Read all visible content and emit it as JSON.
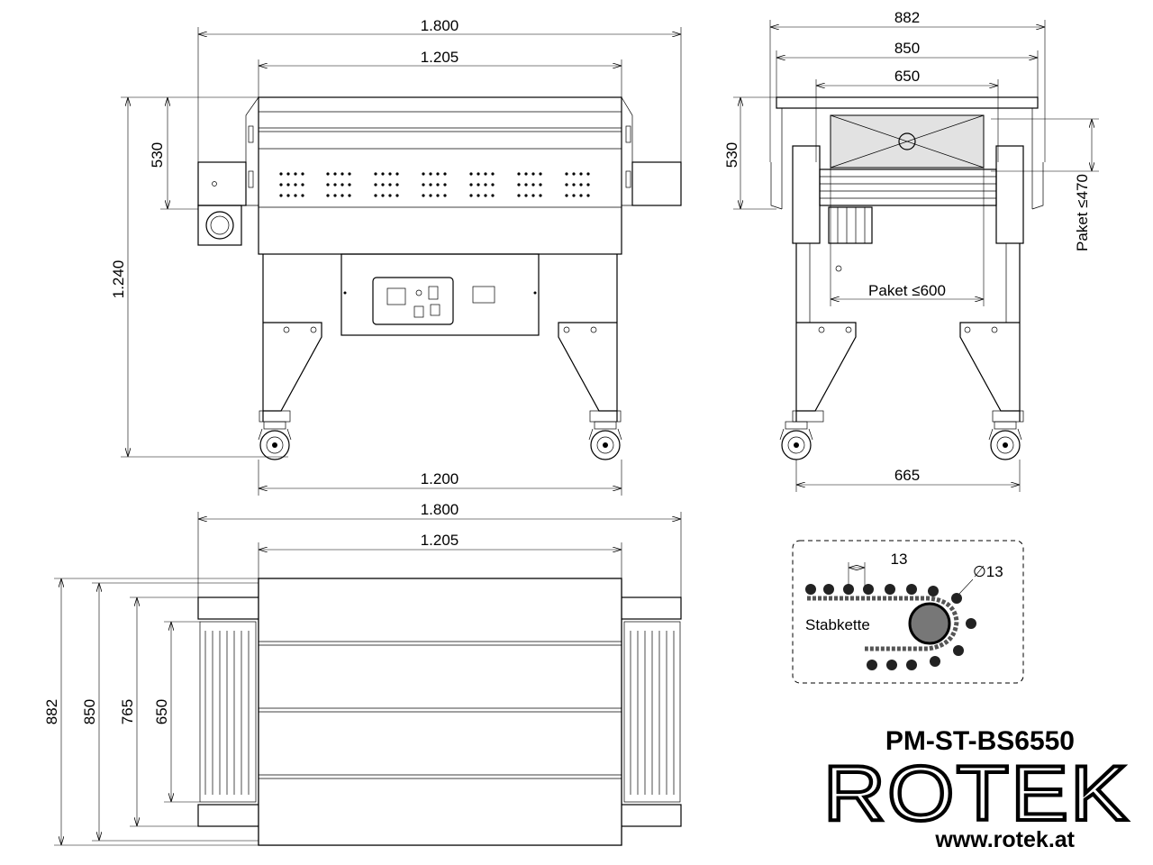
{
  "dimensions": {
    "front_total_width": "1.800",
    "front_body_width": "1.205",
    "front_height": "1.240",
    "front_upper_height": "530",
    "front_leg_span": "1.200",
    "side_total_width": "882",
    "side_inner_width": "850",
    "side_tunnel_width": "650",
    "side_upper_height": "530",
    "side_package_height": "Paket ≤470",
    "side_package_width": "Paket ≤600",
    "side_leg_span": "665",
    "top_total_width": "1.800",
    "top_body_width": "1.205",
    "top_depth_882": "882",
    "top_depth_850": "850",
    "top_depth_765": "765",
    "top_depth_650": "650"
  },
  "detail": {
    "pitch": "13",
    "diameter": "∅13",
    "label": "Stabkette"
  },
  "branding": {
    "model": "PM-ST-BS6550",
    "logo_text": "ROTEK",
    "website": "www.rotek.at"
  }
}
